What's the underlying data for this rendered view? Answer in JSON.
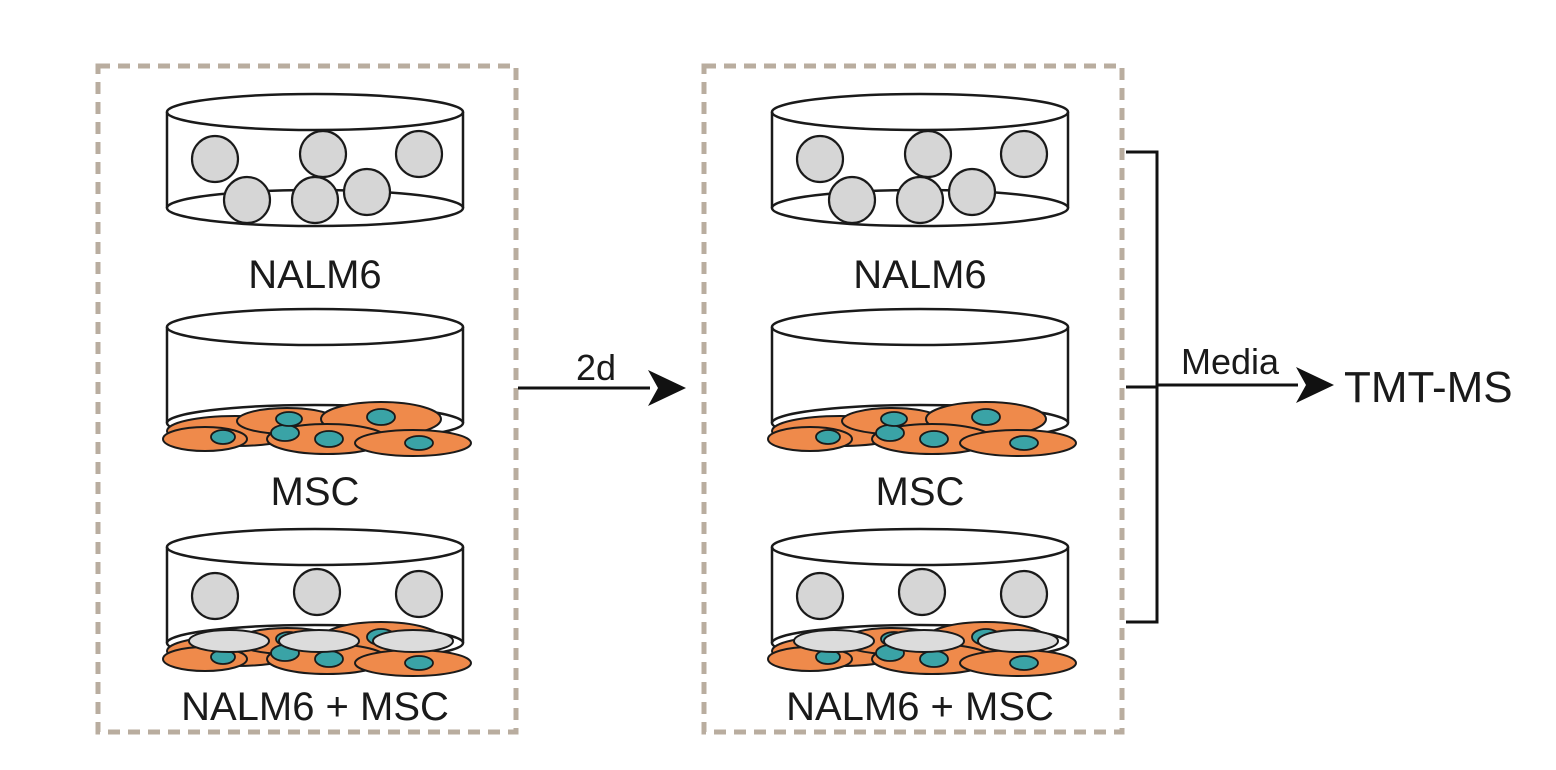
{
  "colors": {
    "panel_border": "#b9ad9f",
    "dish_stroke": "#1a1a1a",
    "suspension_cell": "#d6d6d6",
    "stromal_cell": "#ef8a4b",
    "nucleus": "#3aa3a6",
    "adherent_leukemia_cell": "#dcdcdc",
    "arrow": "#111111"
  },
  "panels": [
    {
      "name": "before",
      "dishes": [
        {
          "label": "NALM6",
          "suspension": true,
          "stromal": false,
          "mixed": false
        },
        {
          "label": "MSC",
          "suspension": false,
          "stromal": true,
          "mixed": false
        },
        {
          "label": "NALM6 + MSC",
          "suspension": true,
          "stromal": true,
          "mixed": true
        }
      ]
    },
    {
      "name": "after",
      "dishes": [
        {
          "label": "NALM6",
          "suspension": true,
          "stromal": false,
          "mixed": false
        },
        {
          "label": "MSC",
          "suspension": false,
          "stromal": true,
          "mixed": false
        },
        {
          "label": "NALM6 + MSC",
          "suspension": true,
          "stromal": true,
          "mixed": true
        }
      ]
    }
  ],
  "steps": {
    "incubation_label": "2d",
    "collection_label": "Media",
    "output_label": "TMT-MS"
  }
}
